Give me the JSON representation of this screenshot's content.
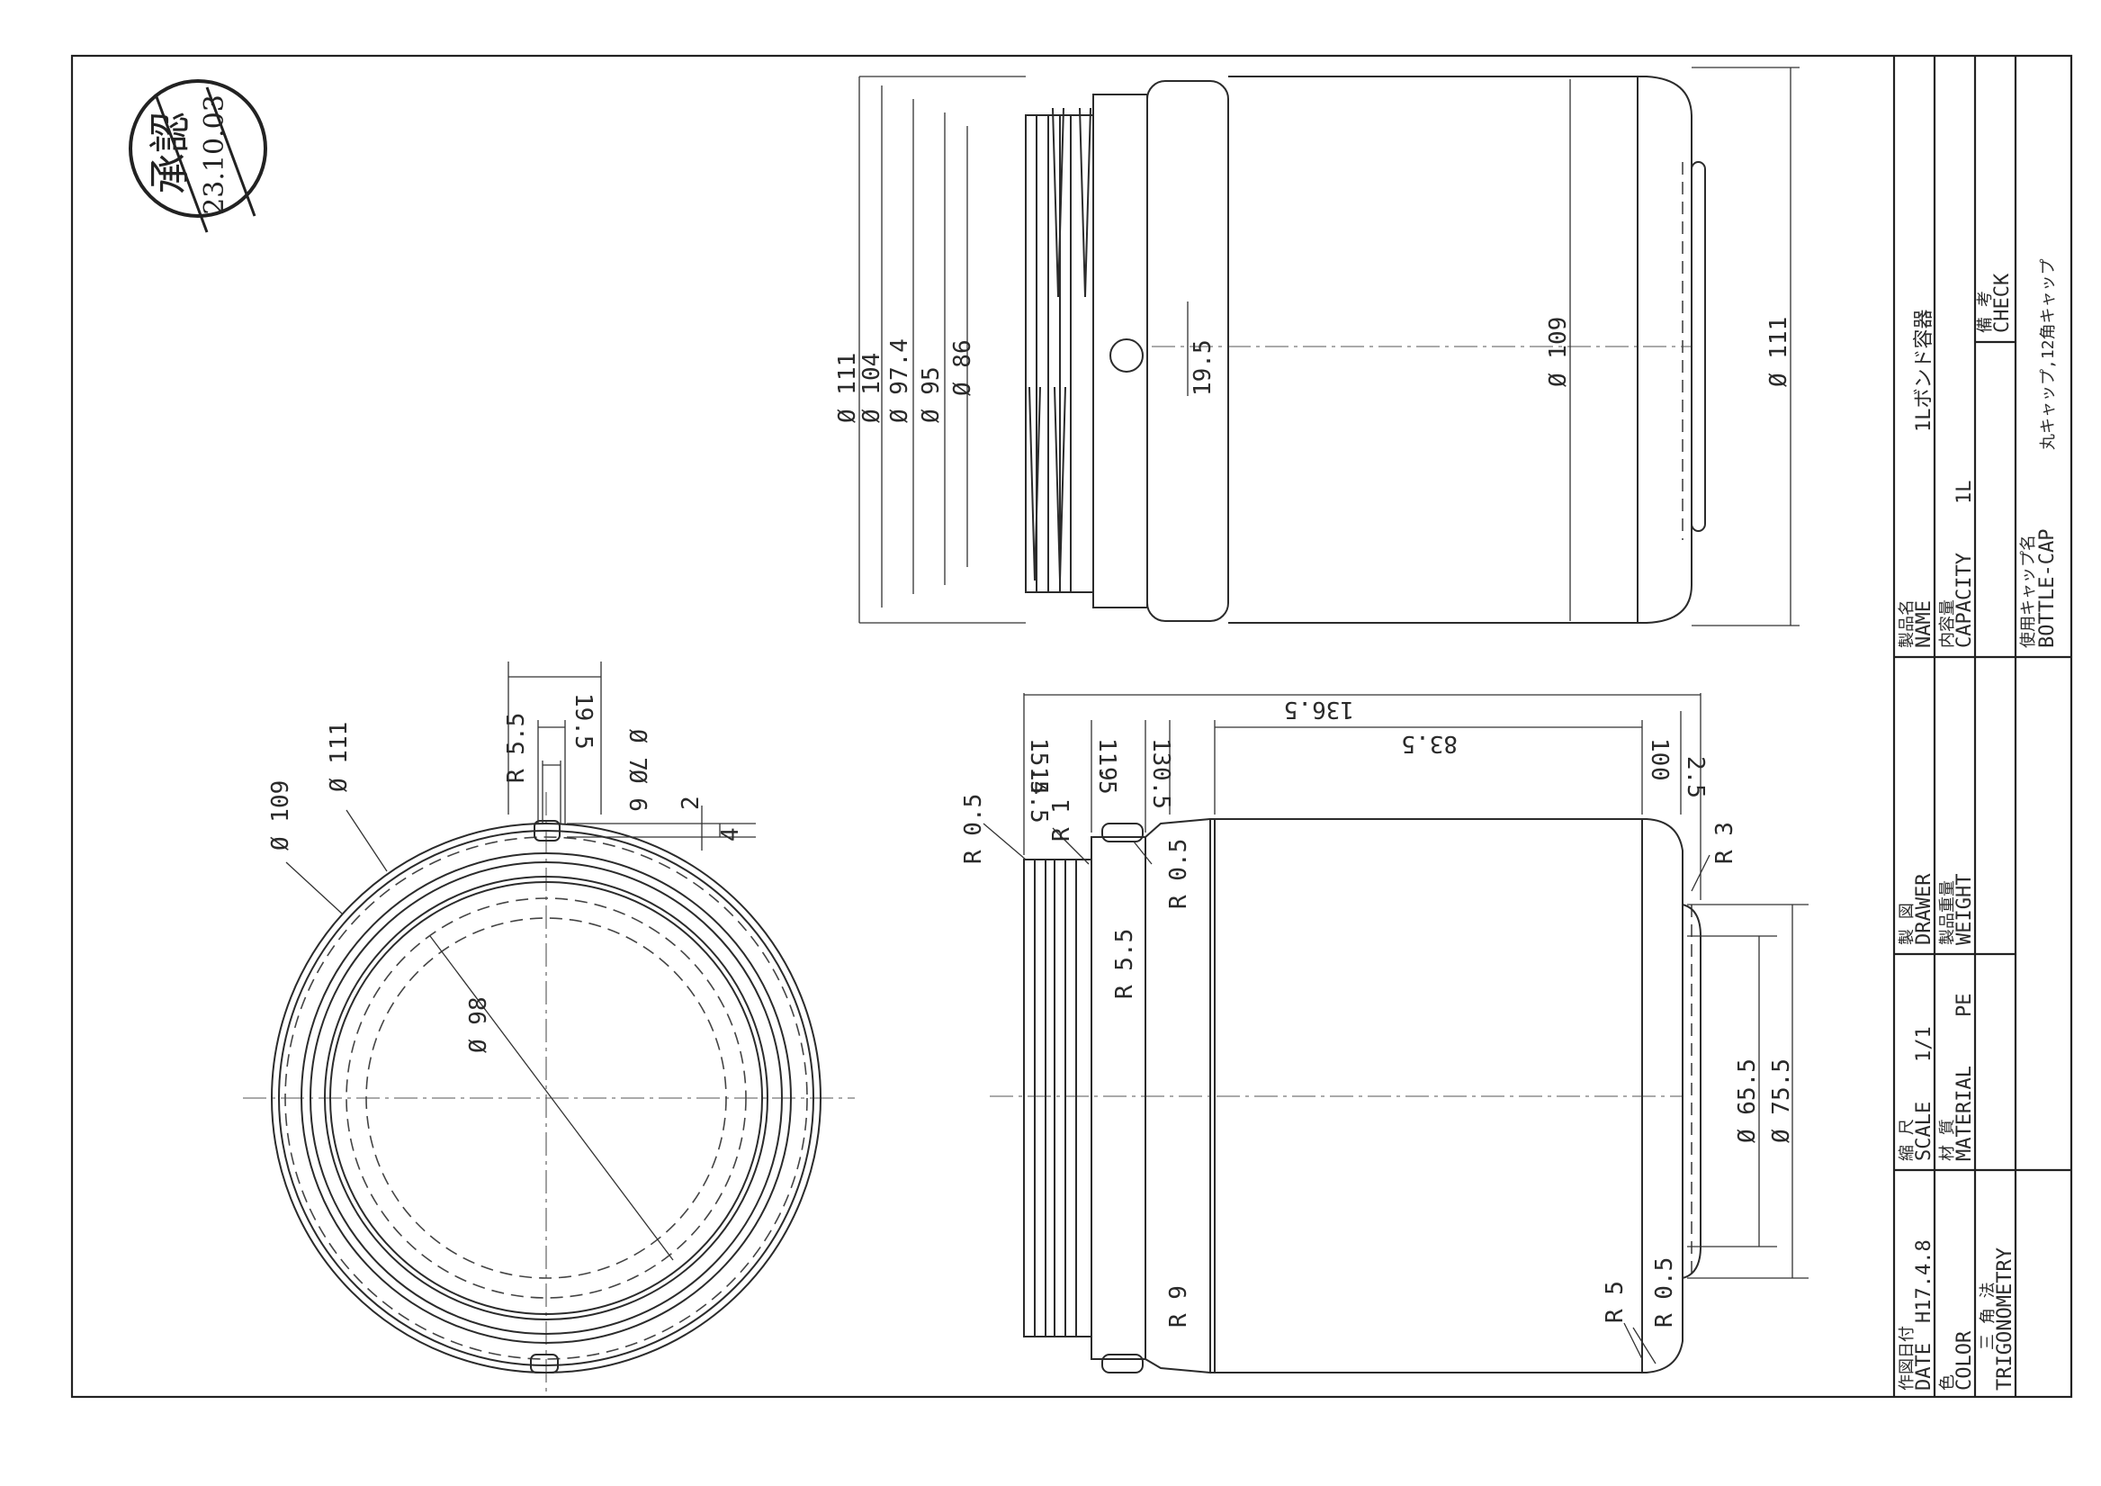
{
  "stamp": {
    "kanji": "承認",
    "date": "23.10.03"
  },
  "dimensions": {
    "top_view": {
      "d111": "Ø 111",
      "d109": "Ø 109",
      "d98": "Ø 98",
      "d7": "Ø 7",
      "d6": "Ø 6",
      "r5_5": "R 5.5",
      "v19_5": "19.5",
      "v2": "2",
      "v4": "4"
    },
    "side_view": {
      "total": "136.5",
      "body": "83.5",
      "v15_5": "15.5",
      "v14_5": "14.5",
      "v11_5": "11.5",
      "v9": "9",
      "v13": "13",
      "v0_5": "0.5",
      "v10": "10",
      "v0": "0",
      "v2_5": "2.5",
      "r0_5_a": "R 0.5",
      "r1": "R 1",
      "r0_5_b": "R 0.5",
      "r5_5": "R 5.5",
      "r9": "R 9",
      "r5": "R 5",
      "r0_5_c": "R 0.5",
      "r3": "R 3",
      "d65_5": "Ø 65.5",
      "d75_5": "Ø 75.5"
    },
    "section_view": {
      "d111_a": "Ø 111",
      "d104": "Ø 104",
      "d97_4": "Ø 97.4",
      "d95": "Ø 95",
      "d86": "Ø 86",
      "v19_5": "19.5",
      "d109": "Ø 109",
      "d111_b": "Ø 111"
    }
  },
  "title_block": {
    "date_label_jp": "作図日付",
    "date_label": "DATE",
    "date_value": "H17.4.8",
    "color_label_jp": "色",
    "color_label": "COLOR",
    "method_label_jp": "三 角 法",
    "method_label": "TRIGONOMETRY",
    "scale_label_jp": "縮 尺",
    "scale_label": "SCALE",
    "scale_value": "1/1",
    "material_label_jp": "材 質",
    "material_label": "MATERIAL",
    "material_value": "PE",
    "drawer_label_jp": "製 図",
    "drawer_label": "DRAWER",
    "weight_label_jp": "製品重量",
    "weight_label": "WEIGHT",
    "name_label_jp": "製品名",
    "name_label": "NAME",
    "name_value": "1Lボンド容器",
    "capacity_label_jp": "内容量",
    "capacity_label": "CAPACITY",
    "capacity_value": "1L",
    "check_label_jp": "備 考",
    "check_label": "CHECK",
    "cap_label_jp": "使用キャップ名",
    "cap_label": "BOTTLE-CAP",
    "cap_value": "丸キャップ,12角キャップ"
  }
}
